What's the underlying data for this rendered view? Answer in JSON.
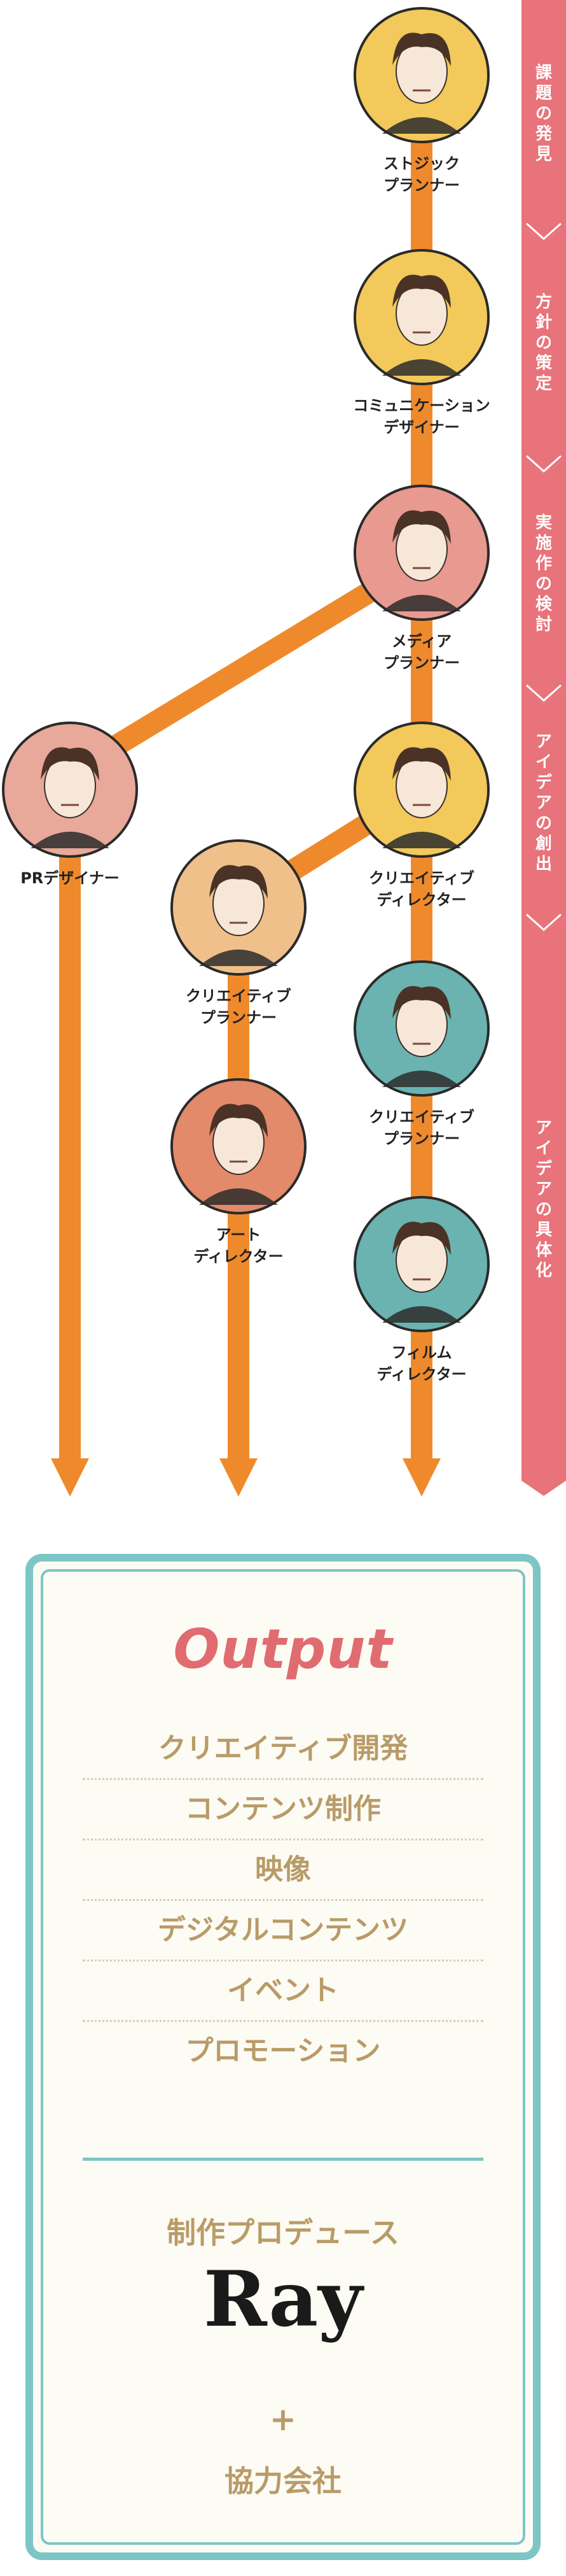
{
  "stages": [
    {
      "label": "課題の発見"
    },
    {
      "label": "方針の策定"
    },
    {
      "label": "実施作の検討"
    },
    {
      "label": "アイデアの創出"
    },
    {
      "label": "アイデアの具体化"
    }
  ],
  "roles": [
    {
      "id": "r1",
      "lines": [
        "ストジック",
        "プランナー"
      ],
      "skin": "#f2c95a"
    },
    {
      "id": "r2",
      "lines": [
        "コミュニケーション",
        "デザイナー"
      ],
      "skin": "#f2c95a"
    },
    {
      "id": "r3",
      "lines": [
        "メディア",
        "プランナー"
      ],
      "skin": "#e89a90"
    },
    {
      "id": "r4",
      "lines": [
        "PRデザイナー"
      ],
      "skin": "#e8a89a"
    },
    {
      "id": "r5",
      "lines": [
        "クリエイティブ",
        "ディレクター"
      ],
      "skin": "#f2c95a"
    },
    {
      "id": "r6",
      "lines": [
        "クリエイティブ",
        "プランナー"
      ],
      "skin": "#f0c08a"
    },
    {
      "id": "r7",
      "lines": [
        "クリエイティブ",
        "プランナー"
      ],
      "skin": "#6ab3b0"
    },
    {
      "id": "r8",
      "lines": [
        "アート",
        "ディレクター"
      ],
      "skin": "#e28a6a"
    },
    {
      "id": "r9",
      "lines": [
        "フィルム",
        "ディレクター"
      ],
      "skin": "#6ab3b0"
    }
  ],
  "colors": {
    "stage_band": "#e8737a",
    "flow_line": "#ef8a2c",
    "avatar_ring": "#2a2a2a",
    "output_title": "#e06c70",
    "output_text": "#b99b68",
    "card_border": "#7cc6c6"
  },
  "output": {
    "title": "Output",
    "items": [
      "クリエイティブ開発",
      "コンテンツ制作",
      "映像",
      "デジタルコンテンツ",
      "イベント",
      "プロモーション"
    ],
    "produce_label": "制作プロデュース",
    "logo_text": "Ray",
    "plus": "+",
    "partner_label": "協力会社"
  }
}
